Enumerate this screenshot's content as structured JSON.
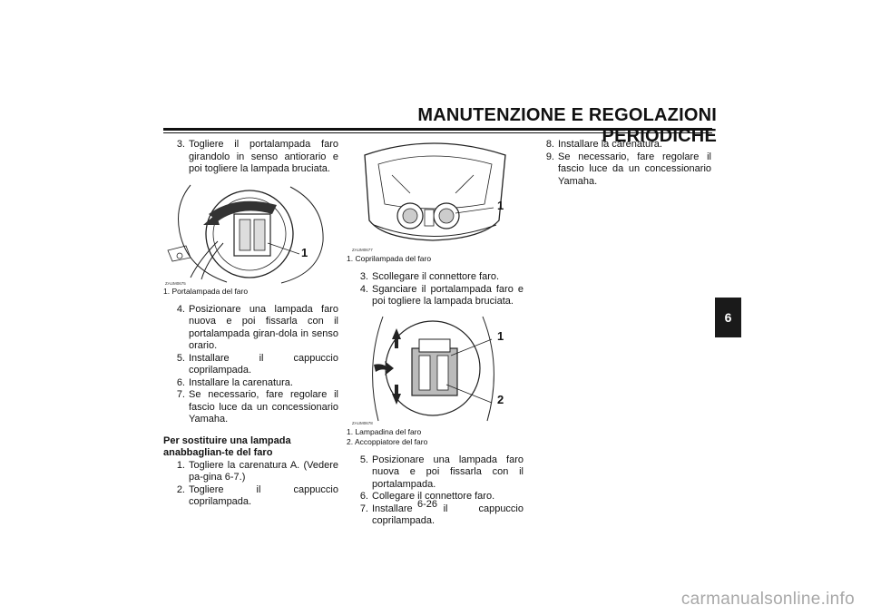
{
  "header": {
    "title": "MANUTENZIONE E REGOLAZIONI PERIODICHE"
  },
  "chapter_tab": "6",
  "column1": {
    "step3": {
      "num": "3.",
      "text": "Togliere il portalampada faro girandolo in senso antiorario e poi togliere la lampada bruciata."
    },
    "fig1": {
      "code": "ZAUM0675",
      "callout": "1",
      "captions": [
        "1. Portalampada del faro"
      ]
    },
    "steps_a": [
      {
        "num": "4.",
        "text": "Posizionare una lampada faro nuova e poi fissarla con il portalampada giran-dola in senso orario."
      },
      {
        "num": "5.",
        "text": "Installare il cappuccio coprilampada."
      },
      {
        "num": "6.",
        "text": "Installare la carenatura."
      },
      {
        "num": "7.",
        "text": "Se necessario, fare regolare il fascio luce da un concessionario Yamaha."
      }
    ],
    "section_heading": "Per sostituire una lampada anabbaglian-te del faro",
    "steps_b": [
      {
        "num": "1.",
        "text": "Togliere la carenatura A. (Vedere pa-gina 6-7.)"
      },
      {
        "num": "2.",
        "text": "Togliere il cappuccio coprilampada."
      }
    ]
  },
  "column2": {
    "fig2": {
      "code": "ZAUM0677",
      "callout": "1",
      "captions": [
        "1. Coprilampada del faro"
      ]
    },
    "steps_a": [
      {
        "num": "3.",
        "text": "Scollegare il connettore faro."
      },
      {
        "num": "4.",
        "text": "Sganciare il portalampada faro e poi togliere la lampada bruciata."
      }
    ],
    "fig3": {
      "code": "ZAUM0678",
      "callout1": "1",
      "callout2": "2",
      "captions": [
        "1. Lampadina del faro",
        "2. Accoppiatore del faro"
      ]
    },
    "steps_b": [
      {
        "num": "5.",
        "text": "Posizionare una lampada faro nuova e poi fissarla con il portalampada."
      },
      {
        "num": "6.",
        "text": "Collegare il connettore faro."
      },
      {
        "num": "7.",
        "text": "Installare il cappuccio coprilampada."
      }
    ]
  },
  "column3": {
    "steps": [
      {
        "num": "8.",
        "text": "Installare la carenatura."
      },
      {
        "num": "9.",
        "text": "Se necessario, fare regolare il fascio luce da un concessionario Yamaha."
      }
    ]
  },
  "page_number": "6-26",
  "watermark": "carmanualsonline.info"
}
